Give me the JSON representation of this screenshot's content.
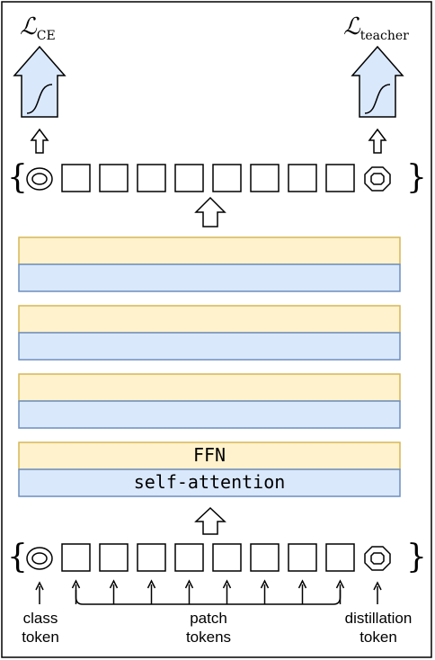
{
  "colors": {
    "ffn_fill": "#fff2cc",
    "ffn_stroke": "#d6b656",
    "attn_fill": "#dae8fc",
    "attn_stroke": "#6c8ebf",
    "frame": "#000000"
  },
  "losses": {
    "ce_symbol": "ℒ",
    "ce_subscript": "CE",
    "teacher_symbol": "ℒ",
    "teacher_subscript": "teacher"
  },
  "blocks": [
    {
      "ffn_label": "",
      "attn_label": ""
    },
    {
      "ffn_label": "",
      "attn_label": ""
    },
    {
      "ffn_label": "",
      "attn_label": ""
    },
    {
      "ffn_label": "FFN",
      "attn_label": "self-attention"
    }
  ],
  "token_rows": {
    "patch_token_count": 8,
    "class_token_icon": "class-token-circle-icon",
    "distillation_token_icon": "distillation-token-octagon-icon"
  },
  "labels": {
    "class_token_line1": "class",
    "class_token_line2": "token",
    "patch_tokens_line1": "patch",
    "patch_tokens_line2": "tokens",
    "distillation_token_line1": "distillation",
    "distillation_token_line2": "token"
  }
}
